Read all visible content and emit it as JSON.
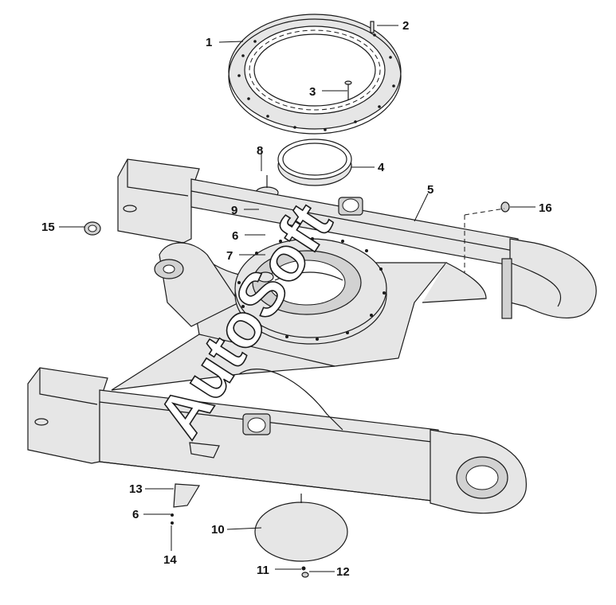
{
  "diagram": {
    "watermark": "AutoSoft",
    "callouts": [
      {
        "id": "1",
        "label": "1"
      },
      {
        "id": "2",
        "label": "2"
      },
      {
        "id": "3",
        "label": "3"
      },
      {
        "id": "4",
        "label": "4"
      },
      {
        "id": "5",
        "label": "5"
      },
      {
        "id": "6a",
        "label": "6"
      },
      {
        "id": "6b",
        "label": "6"
      },
      {
        "id": "7",
        "label": "7"
      },
      {
        "id": "8",
        "label": "8"
      },
      {
        "id": "9",
        "label": "9"
      },
      {
        "id": "10",
        "label": "10"
      },
      {
        "id": "11",
        "label": "11"
      },
      {
        "id": "12",
        "label": "12"
      },
      {
        "id": "13",
        "label": "13"
      },
      {
        "id": "14",
        "label": "14"
      },
      {
        "id": "15",
        "label": "15"
      },
      {
        "id": "16",
        "label": "16"
      }
    ]
  }
}
